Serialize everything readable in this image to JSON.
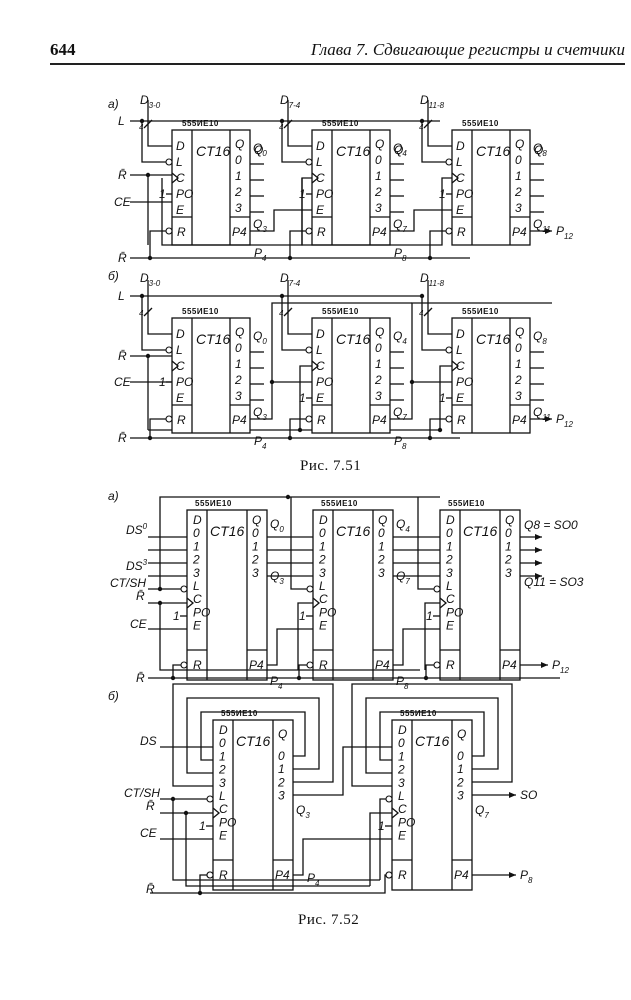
{
  "header": {
    "page_number": "644",
    "chapter_title": "Глава 7.  Сдвигающие регистры и счетчики"
  },
  "figures": [
    {
      "id": "fig-7-51",
      "caption": "Рис. 7.51",
      "parts": [
        {
          "label": "а)",
          "signals_left": [
            "L",
            "R̄",
            "CE",
            "R̄"
          ],
          "inputs_top": [
            "D3-0",
            "D7-4",
            "D11-8"
          ],
          "bus_width": "4",
          "chips": [
            {
              "part": "555ИЕ10",
              "function": "CT16",
              "outputs_first": "Q0",
              "outputs_last": "Q3",
              "carry": "P4"
            },
            {
              "part": "555ИЕ10",
              "function": "CT16",
              "outputs_first": "Q4",
              "outputs_last": "Q7",
              "carry": "P8"
            },
            {
              "part": "555ИЕ10",
              "function": "CT16",
              "outputs_first": "Q8",
              "outputs_last": "Q11",
              "carry": "P12"
            }
          ]
        },
        {
          "label": "б)",
          "signals_left": [
            "L",
            "R̄",
            "CE",
            "R̄"
          ],
          "inputs_top": [
            "D3-0",
            "D7-4",
            "D11-8"
          ],
          "bus_width": "4",
          "chips": [
            {
              "part": "555ИЕ10",
              "function": "CT16",
              "outputs_first": "Q0",
              "outputs_last": "Q3",
              "carry": "P4"
            },
            {
              "part": "555ИЕ10",
              "function": "CT16",
              "outputs_first": "Q4",
              "outputs_last": "Q7",
              "carry": "P8"
            },
            {
              "part": "555ИЕ10",
              "function": "CT16",
              "outputs_first": "Q8",
              "outputs_last": "Q11",
              "carry": "P12"
            }
          ]
        }
      ]
    },
    {
      "id": "fig-7-52",
      "caption": "Рис. 7.52",
      "parts": [
        {
          "label": "а)",
          "signals_left": [
            "DS0",
            "DS3",
            "CT/SH",
            "R̄",
            "CE",
            "R̄"
          ],
          "chips": [
            {
              "part": "555ИЕ10",
              "function": "CT16",
              "outputs_first": "Q0",
              "outputs_last": "Q3",
              "carry": "P4"
            },
            {
              "part": "555ИЕ10",
              "function": "CT16",
              "outputs_first": "Q4",
              "outputs_last": "Q7",
              "carry": "P8"
            },
            {
              "part": "555ИЕ10",
              "function": "CT16",
              "outputs_first": "Q8 = SO0",
              "outputs_last": "Q11 = SO3",
              "carry": "P12"
            }
          ]
        },
        {
          "label": "б)",
          "signals_left": [
            "DS",
            "CT/SH",
            "R̄",
            "CE",
            "R̄"
          ],
          "chips": [
            {
              "part": "555ИЕ10",
              "function": "CT16",
              "outputs_last": "Q3",
              "carry": "P4"
            },
            {
              "part": "555ИЕ10",
              "function": "CT16",
              "outputs_last": "Q7",
              "carry": "P8",
              "serial_out": "SO"
            }
          ]
        }
      ]
    }
  ],
  "pins": {
    "left_a": [
      "D",
      "L",
      "C",
      "PO",
      "E",
      "R"
    ],
    "left_b": [
      "D",
      "0",
      "1",
      "2",
      "3",
      "L",
      "C",
      "PO",
      "E",
      "R"
    ],
    "right": [
      "Q",
      "0",
      "1",
      "2",
      "3",
      "P4"
    ],
    "const_one": "1"
  }
}
